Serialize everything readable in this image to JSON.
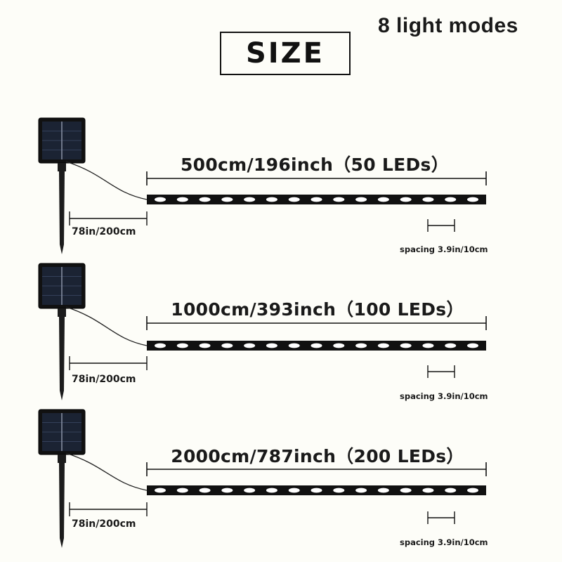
{
  "header": {
    "modes_text": "8 light modes",
    "size_label": "SIZE"
  },
  "variants": [
    {
      "length_label": "500cm/196inch（50 LEDs）",
      "cable_label": "78in/200cm",
      "spacing_label": "spacing 3.9in/10cm"
    },
    {
      "length_label": "1000cm/393inch（100 LEDs）",
      "cable_label": "78in/200cm",
      "spacing_label": "spacing 3.9in/10cm"
    },
    {
      "length_label": "2000cm/787inch（200 LEDs）",
      "cable_label": "78in/200cm",
      "spacing_label": "spacing 3.9in/10cm"
    }
  ],
  "colors": {
    "background": "#fdfdf8",
    "ink": "#1a1a1a",
    "panel": "#1b2333",
    "panel_cells": "#34405a",
    "led": "#ffffff"
  },
  "icons": [
    "solar-panel-icon",
    "ground-stake-icon",
    "led-strip-icon"
  ]
}
